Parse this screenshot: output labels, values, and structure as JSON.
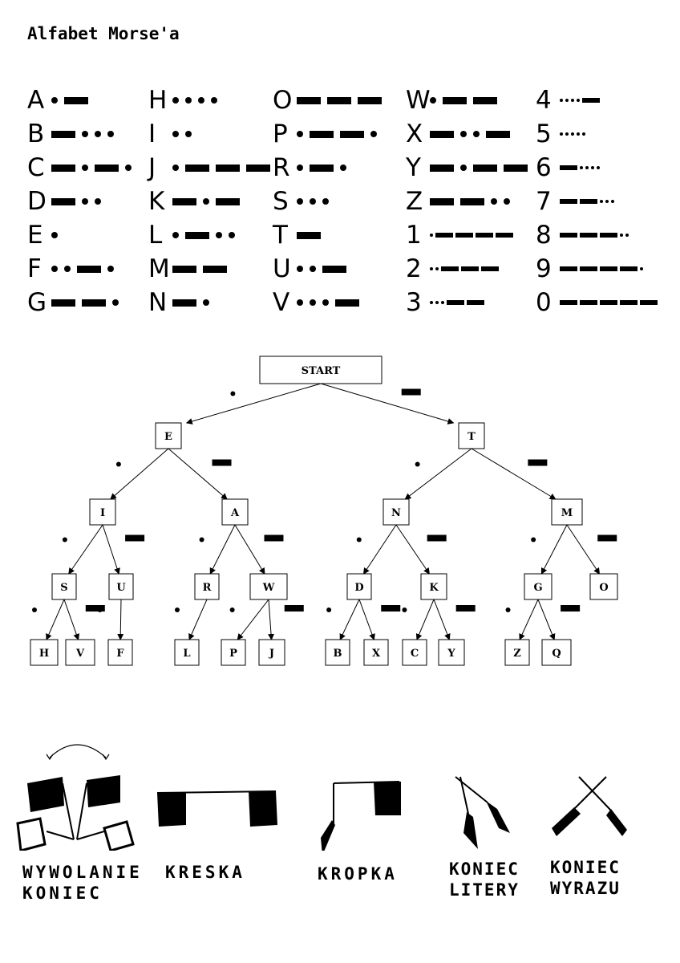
{
  "title": "Alfabet Morse'a",
  "alphabet": [
    [
      {
        "char": "A",
        "code": ".-"
      },
      {
        "char": "B",
        "code": "-..."
      },
      {
        "char": "C",
        "code": "-.-."
      },
      {
        "char": "D",
        "code": "-.."
      },
      {
        "char": "E",
        "code": "."
      },
      {
        "char": "F",
        "code": "..-."
      },
      {
        "char": "G",
        "code": "--."
      }
    ],
    [
      {
        "char": "H",
        "code": "...."
      },
      {
        "char": "I",
        "code": ".."
      },
      {
        "char": "J",
        "code": ".---"
      },
      {
        "char": "K",
        "code": "-.-"
      },
      {
        "char": "L",
        "code": ".-.."
      },
      {
        "char": "M",
        "code": "--"
      },
      {
        "char": "N",
        "code": "-."
      }
    ],
    [
      {
        "char": "O",
        "code": "---"
      },
      {
        "char": "P",
        "code": ".--."
      },
      {
        "char": "R",
        "code": ".-."
      },
      {
        "char": "S",
        "code": "..."
      },
      {
        "char": "T",
        "code": "-"
      },
      {
        "char": "U",
        "code": "..-"
      },
      {
        "char": "V",
        "code": "...-"
      }
    ],
    [
      {
        "char": "W",
        "code": ".--"
      },
      {
        "char": "X",
        "code": "-..-"
      },
      {
        "char": "Y",
        "code": "-.--"
      },
      {
        "char": "Z",
        "code": "--.."
      },
      {
        "char": "1",
        "code": ".----"
      },
      {
        "char": "2",
        "code": "..---"
      },
      {
        "char": "3",
        "code": "...--"
      }
    ],
    [
      {
        "char": "4",
        "code": "....-"
      },
      {
        "char": "5",
        "code": "....."
      },
      {
        "char": "6",
        "code": "-...."
      },
      {
        "char": "7",
        "code": "--..."
      },
      {
        "char": "8",
        "code": "---.."
      },
      {
        "char": "9",
        "code": "----."
      },
      {
        "char": "0",
        "code": "-----"
      }
    ]
  ],
  "tree": {
    "root": "START",
    "nodes": [
      "E",
      "T",
      "I",
      "A",
      "N",
      "M",
      "S",
      "U",
      "R",
      "W",
      "D",
      "K",
      "G",
      "O",
      "H",
      "V",
      "F",
      "L",
      "P",
      "J",
      "B",
      "X",
      "C",
      "Y",
      "Z",
      "Q"
    ]
  },
  "legend": [
    {
      "label": "WYWOLANIE\nKONIEC"
    },
    {
      "label": "KRESKA"
    },
    {
      "label": "KROPKA"
    },
    {
      "label": "KONIEC\nLITERY"
    },
    {
      "label": "KONIEC\nWYRAZU"
    }
  ]
}
